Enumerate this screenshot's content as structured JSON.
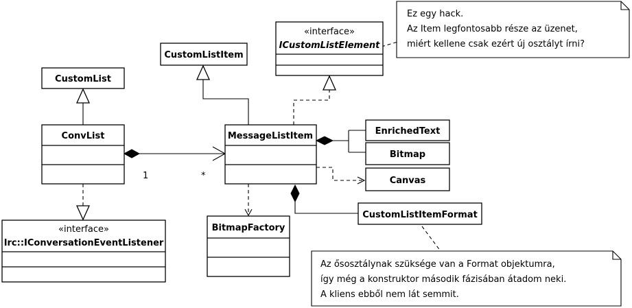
{
  "classes": {
    "custom_list": {
      "name": "CustomList"
    },
    "conv_list": {
      "name": "ConvList"
    },
    "irc_listener": {
      "stereotype": "«interface»",
      "name": "Irc::IConversationEventListener"
    },
    "custom_list_item": {
      "name": "CustomListItem"
    },
    "icustom_list_element": {
      "stereotype": "«interface»",
      "name": "ICustomListElement"
    },
    "message_list_item": {
      "name": "MessageListItem"
    },
    "bitmap_factory": {
      "name": "BitmapFactory"
    },
    "enriched_text": {
      "name": "EnrichedText"
    },
    "bitmap": {
      "name": "Bitmap"
    },
    "canvas": {
      "name": "Canvas"
    },
    "custom_list_item_format": {
      "name": "CustomListItemFormat"
    }
  },
  "multiplicities": {
    "conv_side": "1",
    "item_side": "*"
  },
  "notes": {
    "hack_note": [
      "Ez egy hack.",
      "Az Item legfontosabb része az üzenet,",
      "miért kellene csak ezért új osztályt írni?"
    ],
    "format_note": [
      "Az ősosztálynak szüksége van a Format objektumra,",
      "így még a konstruktor második fázisában átadom neki.",
      "A kliens ebből nem lát semmit."
    ]
  }
}
